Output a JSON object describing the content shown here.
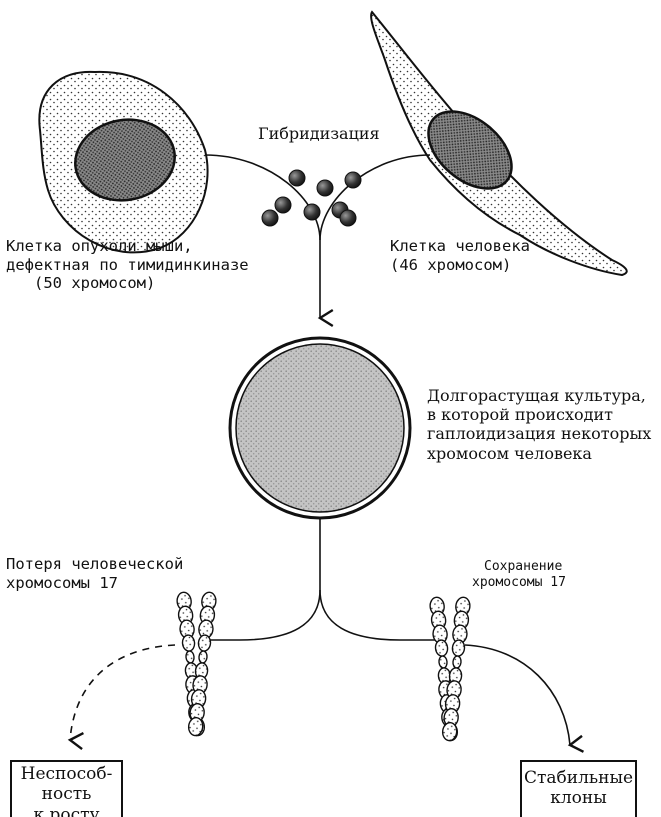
{
  "diagram": {
    "hybridization_label": "Гибридизация",
    "mouse_cell_caption": {
      "line1": "Клетка опухоли мыши,",
      "line2": "дефектная по тимидинкиназе",
      "line3": "(50 хромосом)"
    },
    "human_cell_caption": {
      "line1": "Клетка человека",
      "line2": "(46 хромосом)"
    },
    "culture_caption": {
      "line1": "Долгорастущая культура,",
      "line2": "в которой происходит",
      "line3": "гаплоидизация некоторых",
      "line4": "хромосом человека"
    },
    "loss_caption": {
      "line1": "Потеря человеческой",
      "line2": "хромосомы 17"
    },
    "retention_caption": {
      "line1": "Сохранение",
      "line2": "хромосомы 17"
    },
    "outcome_left": {
      "line1": "Неспособ-",
      "line2": "ность",
      "line3": "к росту"
    },
    "outcome_right": {
      "line1": "Стабильные",
      "line2": "клоны"
    }
  }
}
